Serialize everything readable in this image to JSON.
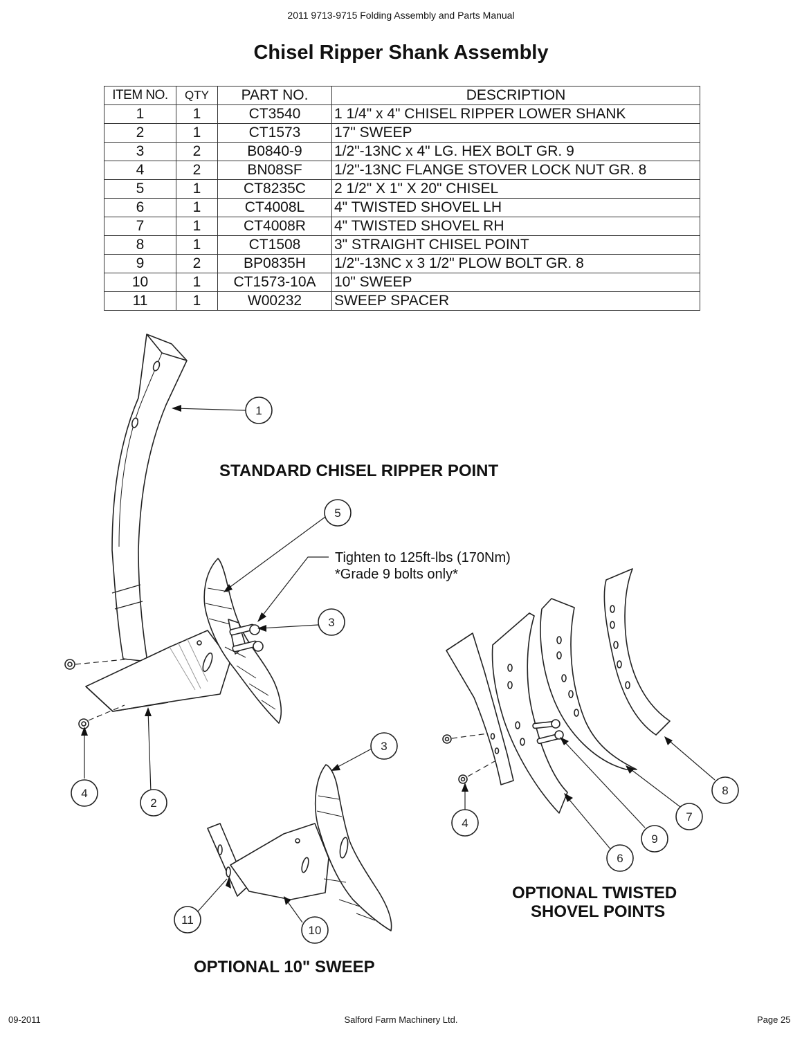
{
  "header": {
    "manual_title": "2011 9713-9715 Folding Assembly and Parts Manual"
  },
  "page_title": "Chisel Ripper Shank Assembly",
  "parts_table": {
    "columns": [
      "ITEM NO.",
      "QTY",
      "PART NO.",
      "DESCRIPTION"
    ],
    "rows": [
      [
        "1",
        "1",
        "CT3540",
        "1 1/4\" x 4\" CHISEL RIPPER LOWER SHANK"
      ],
      [
        "2",
        "1",
        "CT1573",
        "17\" SWEEP"
      ],
      [
        "3",
        "2",
        "B0840-9",
        "1/2\"-13NC x 4\" LG. HEX BOLT GR. 9"
      ],
      [
        "4",
        "2",
        "BN08SF",
        "1/2\"-13NC FLANGE STOVER LOCK NUT GR. 8"
      ],
      [
        "5",
        "1",
        "CT8235C",
        "2 1/2\" X 1\" X 20\" CHISEL"
      ],
      [
        "6",
        "1",
        "CT4008L",
        "4\" TWISTED SHOVEL LH"
      ],
      [
        "7",
        "1",
        "CT4008R",
        "4\" TWISTED SHOVEL RH"
      ],
      [
        "8",
        "1",
        "CT1508",
        "3\" STRAIGHT CHISEL POINT"
      ],
      [
        "9",
        "2",
        "BP0835H",
        "1/2\"-13NC x 3 1/2\" PLOW BOLT GR. 8"
      ],
      [
        "10",
        "1",
        "CT1573-10A",
        "10\" SWEEP"
      ],
      [
        "11",
        "1",
        "W00232",
        "SWEEP SPACER"
      ]
    ]
  },
  "diagram": {
    "standard_label": "STANDARD CHISEL RIPPER POINT",
    "torque_note_line1": "Tighten to 125ft-lbs (170Nm)",
    "torque_note_line2": "*Grade 9 bolts only*",
    "optional_sweep_label": "OPTIONAL 10\" SWEEP",
    "optional_twisted_label_line1": "OPTIONAL TWISTED",
    "optional_twisted_label_line2": "SHOVEL POINTS",
    "balloons": {
      "b1": "1",
      "b2": "2",
      "b3a": "3",
      "b4a": "4",
      "b5": "5",
      "b3b": "3",
      "b10": "10",
      "b11": "11",
      "b4b": "4",
      "b6": "6",
      "b7": "7",
      "b8": "8",
      "b9": "9"
    }
  },
  "footer": {
    "date": "09-2011",
    "company": "Salford Farm Machinery Ltd.",
    "page": "Page 25"
  }
}
